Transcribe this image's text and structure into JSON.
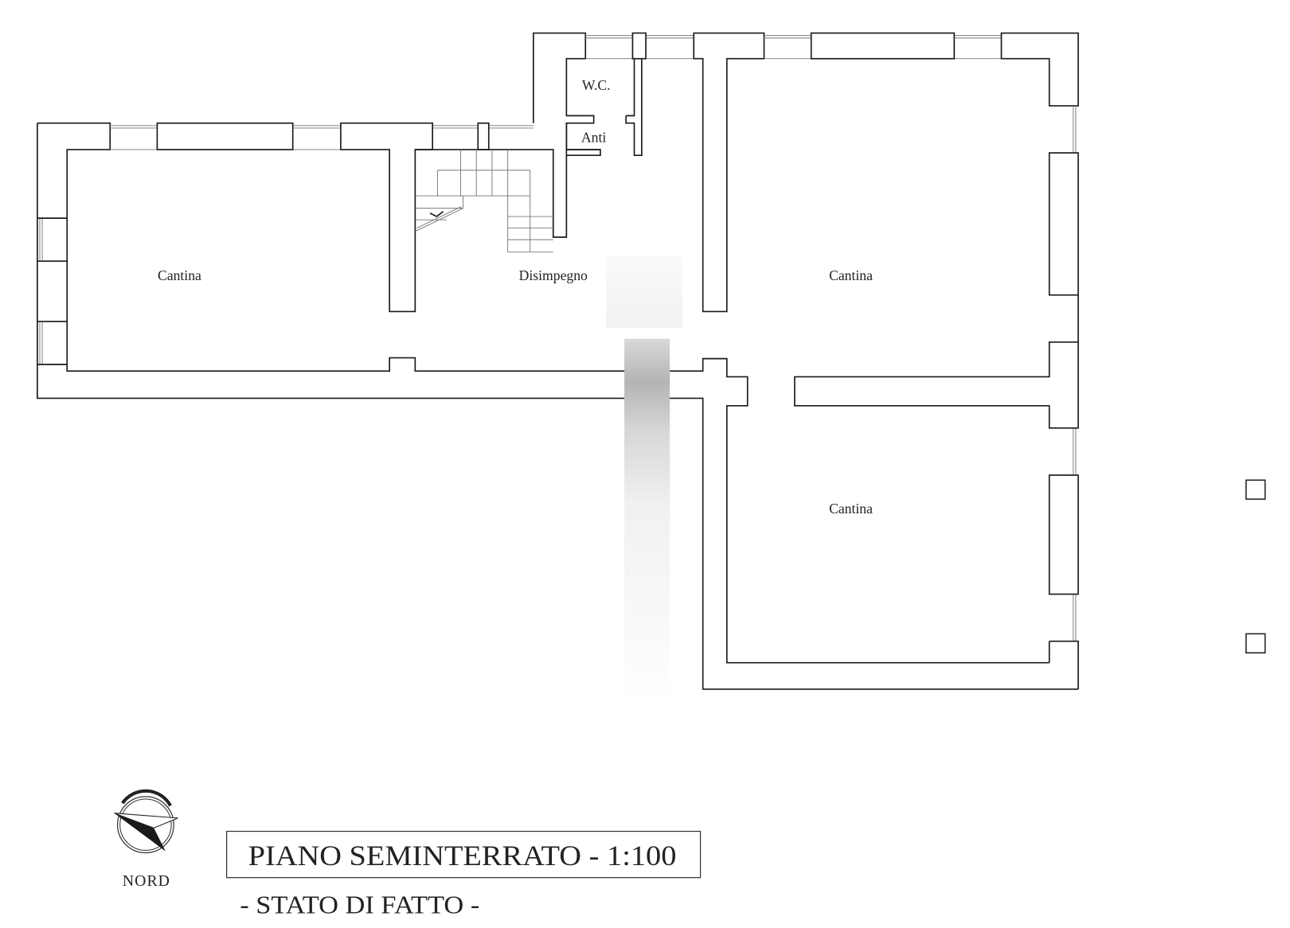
{
  "rooms": {
    "cantina_west": "Cantina",
    "disimpegno": "Disimpegno",
    "cantina_northeast": "Cantina",
    "cantina_southeast": "Cantina",
    "wc": "W.C.",
    "anti": "Anti"
  },
  "title_block": {
    "title": "PIANO SEMINTERRATO - 1:100",
    "subtitle": "- STATO DI FATTO -"
  },
  "north_arrow": {
    "label": "NORD"
  }
}
